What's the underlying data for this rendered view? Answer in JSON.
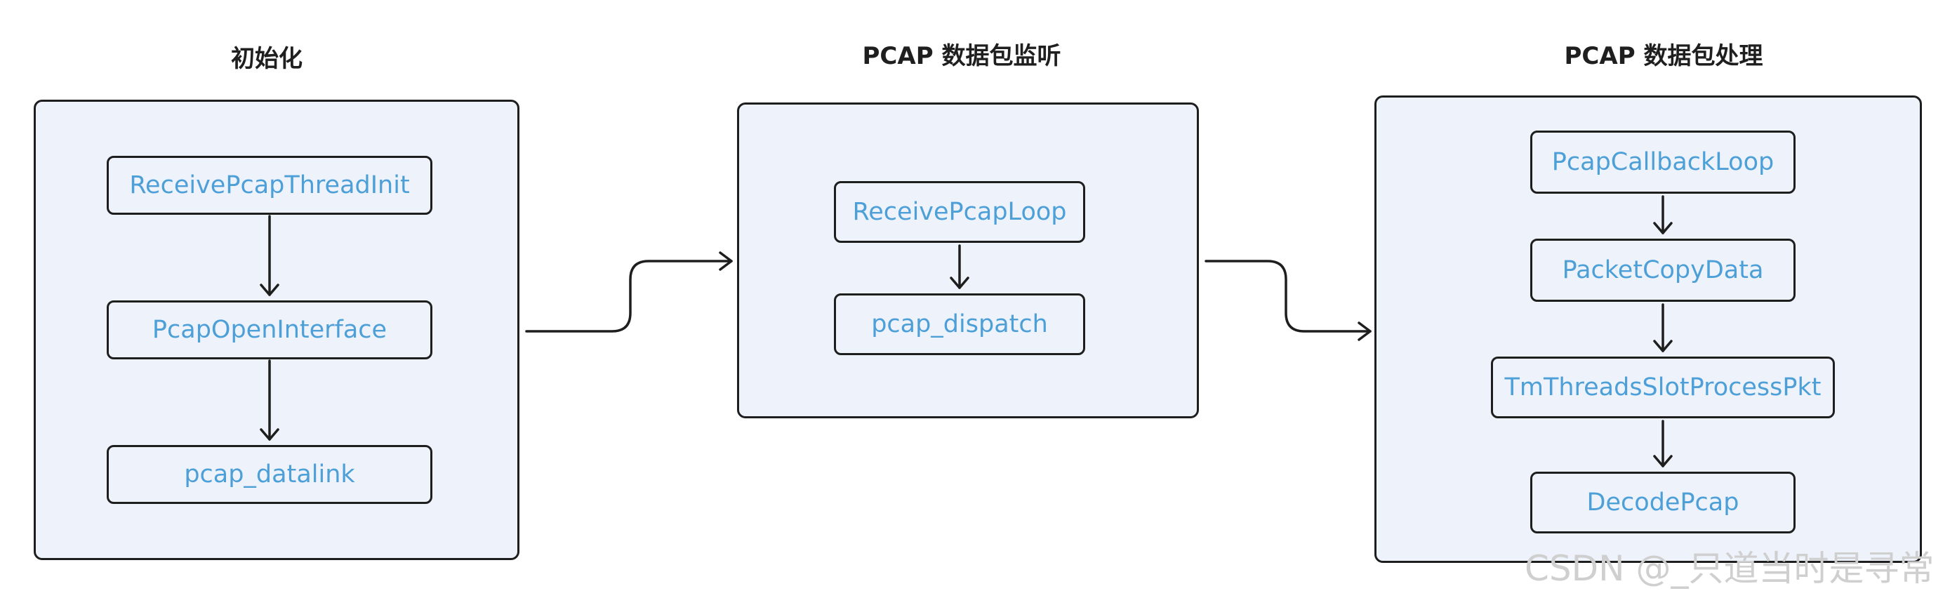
{
  "colors": {
    "group_fill": "#eef3fb",
    "border": "#1e1e1e",
    "node_text": "#4d9fd8",
    "title_text": "#1f1f1f",
    "watermark": "#cfcfcf"
  },
  "groups": [
    {
      "title": "初始化",
      "nodes": [
        "ReceivePcapThreadInit",
        "PcapOpenInterface",
        "pcap_datalink"
      ]
    },
    {
      "title": "PCAP 数据包监听",
      "nodes": [
        "ReceivePcapLoop",
        "pcap_dispatch"
      ]
    },
    {
      "title": "PCAP 数据包处理",
      "nodes": [
        "PcapCallbackLoop",
        "PacketCopyData",
        "TmThreadsSlotProcessPkt",
        "DecodePcap"
      ]
    }
  ],
  "watermark": "CSDN @_只道当时是寻常"
}
